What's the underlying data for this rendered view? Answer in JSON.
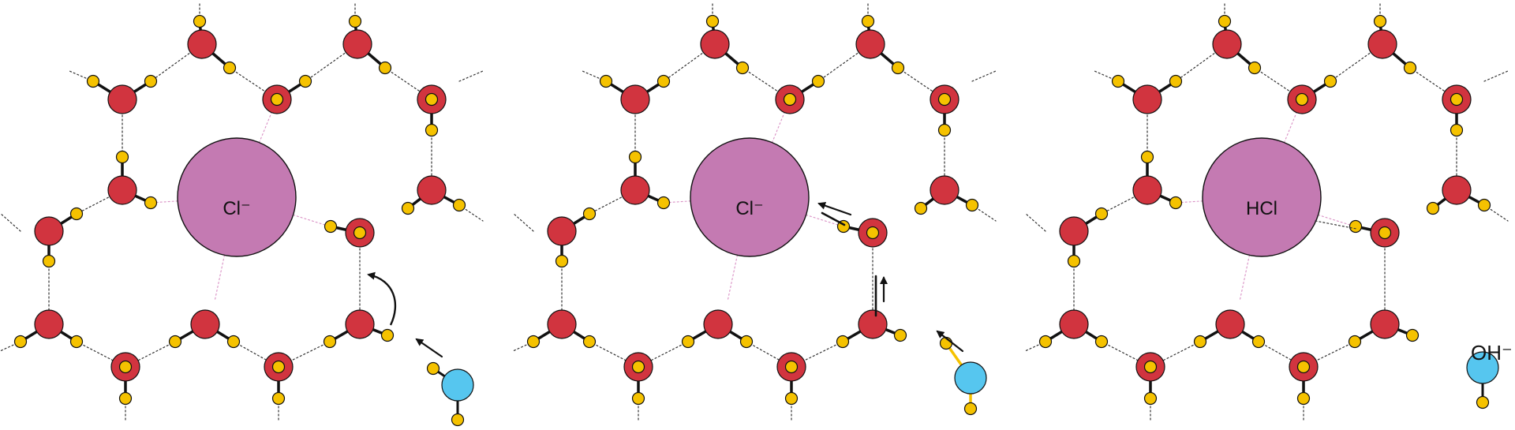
{
  "panels": [
    {
      "ion_label": "Cl⁻"
    },
    {
      "ion_label": "Cl⁻"
    },
    {
      "ion_label": "HCl",
      "hydroxide_label": "OH⁻"
    }
  ],
  "colors": {
    "oxygen": "#d1343f",
    "hydrogen": "#f5c200",
    "ion": "#c47ab2",
    "hydroxide": "#56c6ef",
    "bond": "#111111",
    "hbond": "#333333",
    "ion_contact": "#d98fc4"
  }
}
